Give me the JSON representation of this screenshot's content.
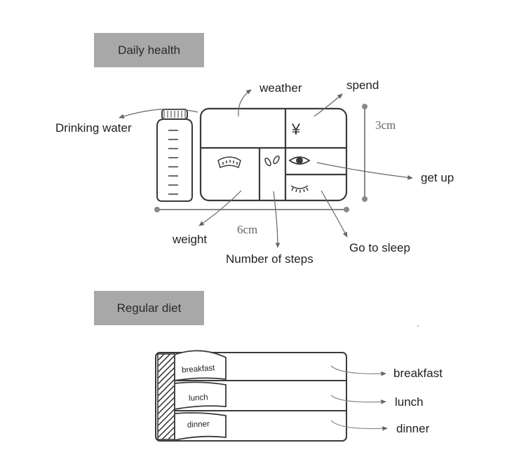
{
  "sections": {
    "daily_health": "Daily health",
    "regular_diet": "Regular diet"
  },
  "health_labels": {
    "weather": "weather",
    "spend": "spend",
    "drinking_water": "Drinking water",
    "get_up": "get up",
    "weight": "weight",
    "steps": "Number of steps",
    "sleep": "Go to sleep",
    "height_dim": "3cm",
    "width_dim": "6cm",
    "currency_symbol": "¥"
  },
  "diet": {
    "tabs": [
      "breakfast",
      "lunch",
      "dinner"
    ],
    "labels": [
      "breakfast",
      "lunch",
      "dinner"
    ]
  },
  "colors": {
    "tag_bg": "#a8a8a8",
    "line": "#666666",
    "dimension": "#888888"
  },
  "icons": [
    "water-bottle-icon",
    "yen-icon",
    "scale-icon",
    "footprints-icon",
    "eye-open-icon",
    "eye-closed-icon"
  ]
}
